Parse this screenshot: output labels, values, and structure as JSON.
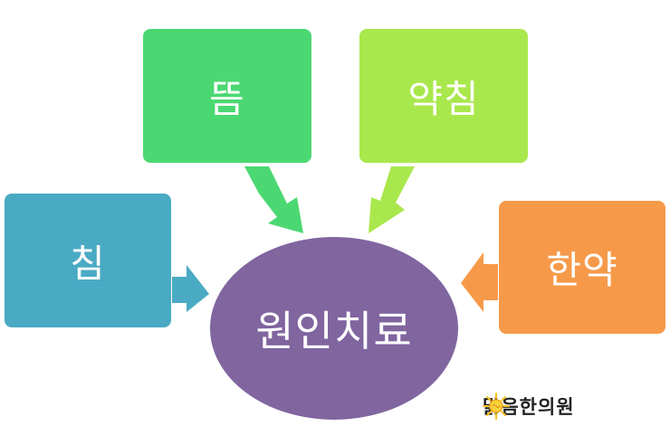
{
  "diagram": {
    "center": {
      "label": "원인치료",
      "color": "#80659f"
    },
    "nodes": [
      {
        "id": "chim",
        "label": "침",
        "color": "#4aaac4"
      },
      {
        "id": "tteum",
        "label": "뜸",
        "color": "#4bd872"
      },
      {
        "id": "yakchim",
        "label": "약침",
        "color": "#a9e84c"
      },
      {
        "id": "hanyak",
        "label": "한약",
        "color": "#f69a4a"
      }
    ]
  },
  "brand": {
    "name": "맑음한의원",
    "icon": "sun-icon"
  }
}
